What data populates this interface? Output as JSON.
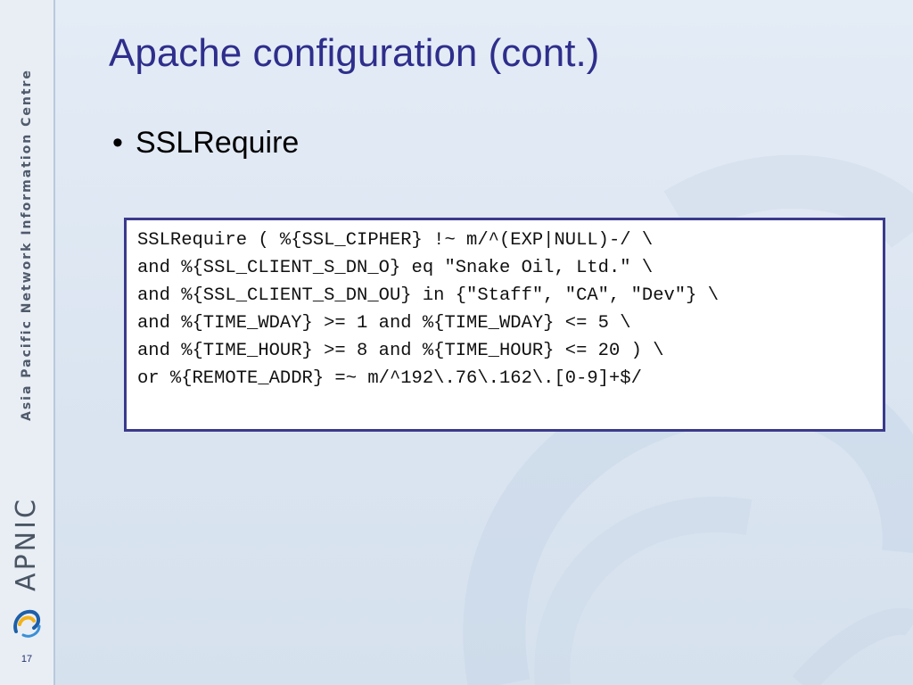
{
  "sidebar": {
    "organization": "Asia Pacific Network Information Centre",
    "brand": "APNIC",
    "slide_number": "17",
    "logo_icon": "apnic-swirl-icon"
  },
  "slide": {
    "title": "Apache configuration (cont.)",
    "bullet_symbol": "•",
    "bullet": "SSLRequire"
  },
  "code": {
    "lines": [
      "SSLRequire ( %{SSL_CIPHER} !~ m/^(EXP|NULL)-/ \\",
      "and %{SSL_CLIENT_S_DN_O} eq \"Snake Oil, Ltd.\" \\",
      "and %{SSL_CLIENT_S_DN_OU} in {\"Staff\", \"CA\", \"Dev\"} \\",
      "and %{TIME_WDAY} >= 1 and %{TIME_WDAY} <= 5 \\",
      "and %{TIME_HOUR} >= 8 and %{TIME_HOUR} <= 20 ) \\",
      "or %{REMOTE_ADDR} =~ m/^192\\.76\\.162\\.[0-9]+$/"
    ]
  },
  "colors": {
    "title": "#2e2e8c",
    "code_border": "#3a3a8c",
    "background": "#dfe8f3"
  }
}
